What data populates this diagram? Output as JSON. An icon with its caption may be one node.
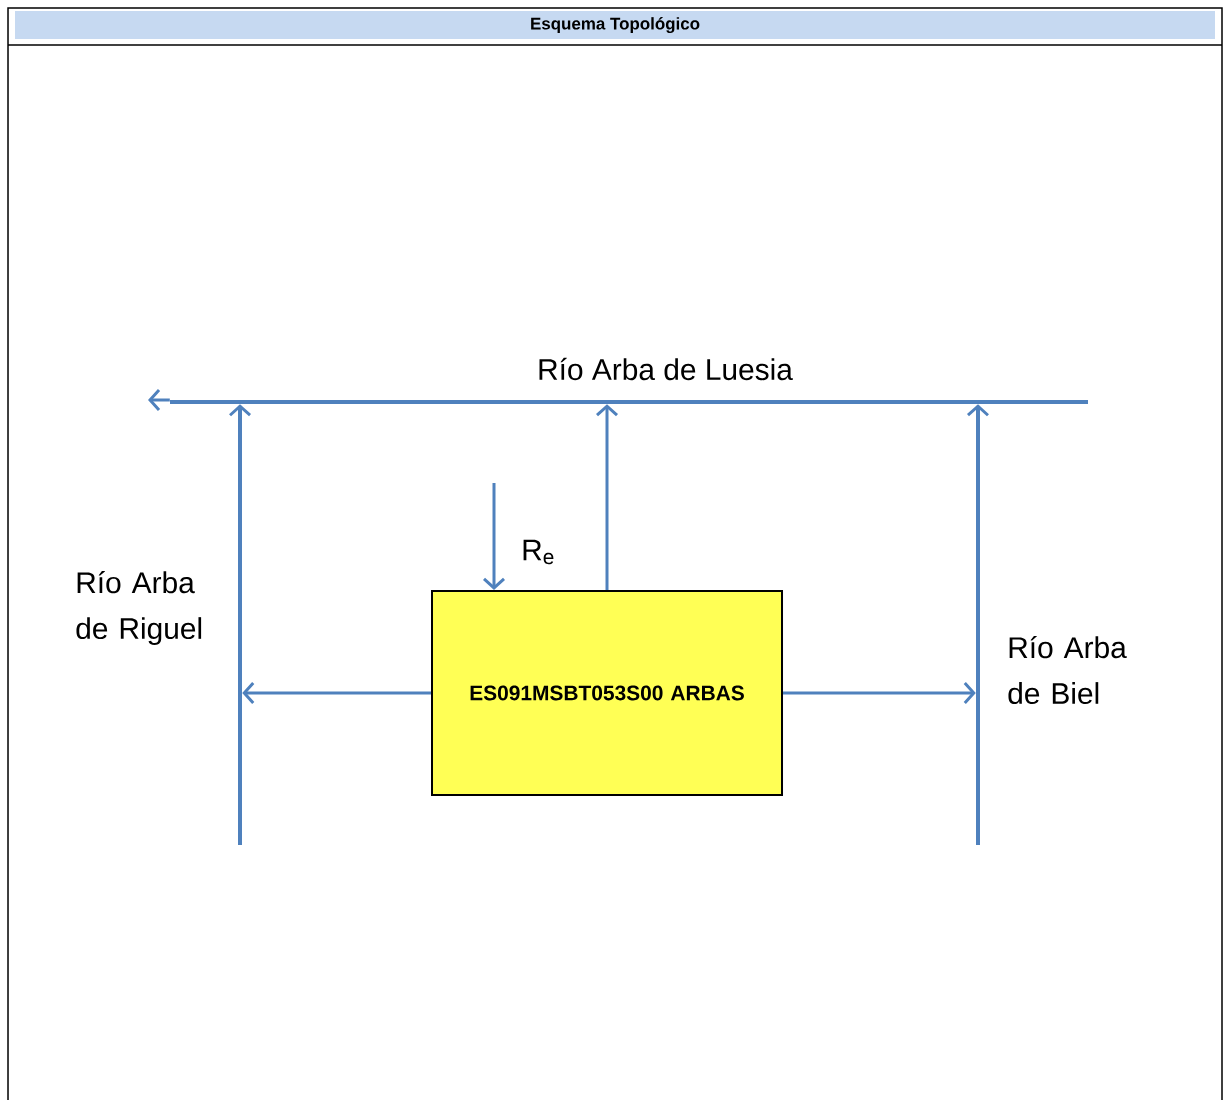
{
  "diagram": {
    "title": "Esquema Topológico",
    "nodes": [
      {
        "text": [
          "ES091MSBT053S00 ARBAS"
        ]
      },
      {
        "text": [],
        "shape": "bar",
        "beside": [
          "Río Arba de Luesia"
        ]
      },
      {
        "text": [],
        "shape": "bar",
        "beside": [
          "Río Arba de Riguel"
        ]
      },
      {
        "text": [],
        "shape": "bar",
        "beside": [
          "Río Arba de Biel"
        ]
      }
    ],
    "edges": [
      {
        "from": 1,
        "to": null,
        "arrow": "to"
      },
      {
        "from": 2,
        "to": 1,
        "arrow": "to"
      },
      {
        "from": 0,
        "to": 1,
        "arrow": "to"
      },
      {
        "from": 3,
        "to": 1,
        "arrow": "to"
      },
      {
        "from": null,
        "to": 0,
        "arrow": "to",
        "label": "R$_{e}$"
      },
      {
        "from": 0,
        "to": 2,
        "arrow": "to"
      },
      {
        "from": 0,
        "to": 3,
        "arrow": "to"
      }
    ]
  }
}
